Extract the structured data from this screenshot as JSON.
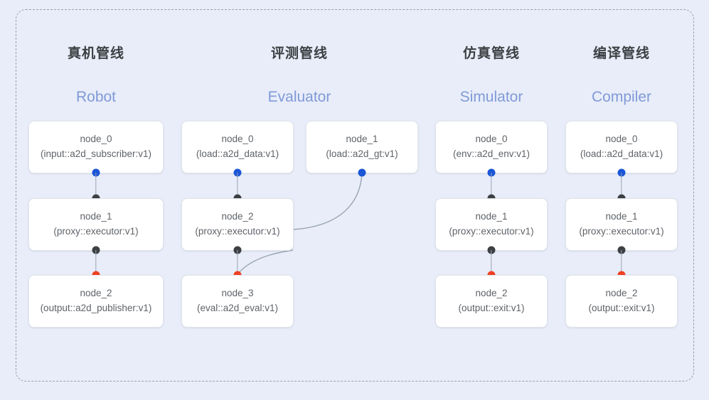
{
  "diagram": {
    "background_color": "#e8edf9",
    "frame_border_color": "#9aa0a6",
    "port_colors": {
      "input": "#1a56d6",
      "passthrough": "#3c4043",
      "terminal": "#ef4123"
    },
    "accent_color": "#8099d8",
    "title_color": "#3c4043"
  },
  "columns": [
    {
      "title": "真机管线",
      "subtitle": "Robot",
      "nodes": [
        {
          "name": "node_0",
          "signature": "(input::a2d_subscriber:v1)"
        },
        {
          "name": "node_1",
          "signature": "(proxy::executor:v1)"
        },
        {
          "name": "node_2",
          "signature": "(output::a2d_publisher:v1)"
        }
      ]
    },
    {
      "title": "评测管线",
      "subtitle": "Evaluator",
      "nodes": [
        {
          "name": "node_0",
          "signature": "(load::a2d_data:v1)"
        },
        {
          "name": "node_2",
          "signature": "(proxy::executor:v1)"
        },
        {
          "name": "node_3",
          "signature": "(eval::a2d_eval:v1)"
        }
      ],
      "side_nodes": [
        {
          "name": "node_1",
          "signature": "(load::a2d_gt:v1)"
        }
      ]
    },
    {
      "title": "仿真管线",
      "subtitle": "Simulator",
      "nodes": [
        {
          "name": "node_0",
          "signature": "(env::a2d_env:v1)"
        },
        {
          "name": "node_1",
          "signature": "(proxy::executor:v1)"
        },
        {
          "name": "node_2",
          "signature": "(output::exit:v1)"
        }
      ]
    },
    {
      "title": "编译管线",
      "subtitle": "Compiler",
      "nodes": [
        {
          "name": "node_0",
          "signature": "(load::a2d_data:v1)"
        },
        {
          "name": "node_1",
          "signature": "(proxy::executor:v1)"
        },
        {
          "name": "node_2",
          "signature": "(output::exit:v1)"
        }
      ]
    }
  ]
}
